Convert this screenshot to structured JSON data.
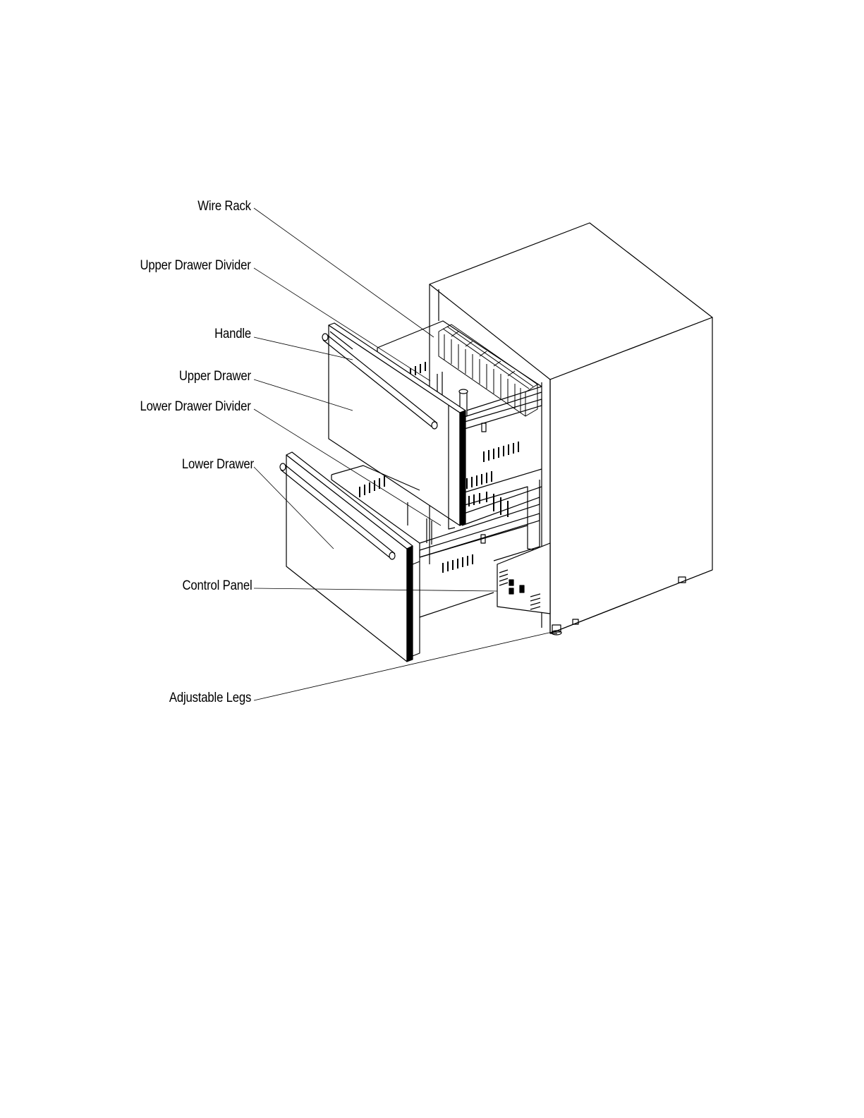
{
  "labels": {
    "wire_rack": "Wire Rack",
    "upper_drawer_divider": "Upper Drawer Divider",
    "handle": "Handle",
    "upper_drawer": "Upper Drawer",
    "lower_drawer_divider": "Lower Drawer Divider",
    "lower_drawer": "Lower Drawer",
    "control_panel": "Control Panel",
    "adjustable_legs": "Adjustable Legs"
  }
}
